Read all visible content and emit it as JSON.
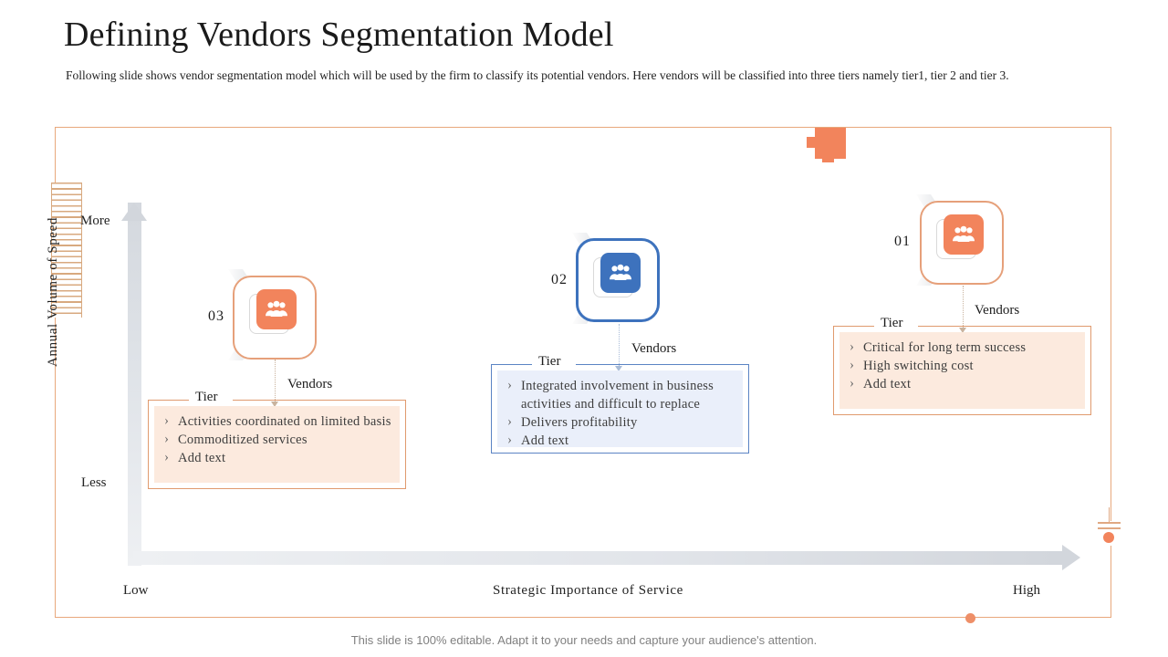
{
  "header": {
    "title": "Defining Vendors Segmentation Model",
    "subtitle": "Following  slide shows vendor segmentation model which will be used by the firm to classify its potential vendors. Here vendors will be classified into three tiers namely tier1, tier 2 and tier 3."
  },
  "axes": {
    "y_title": "Annual  Volume  of  Speed",
    "y_top": "More",
    "y_bottom": "Less",
    "x_title": "Strategic  Importance  of Service",
    "x_left": "Low",
    "x_right": "High"
  },
  "tiers": [
    {
      "number": "03",
      "accent": "#e6a07a",
      "icon": "people-group-icon",
      "vendors_label": "Vendors",
      "tier_label": "Tier",
      "bullets": [
        "Activities  coordinated  on limited basis",
        "Commoditized  services",
        "Add text"
      ]
    },
    {
      "number": "02",
      "accent": "#3d72bd",
      "icon": "people-group-icon",
      "vendors_label": "Vendors",
      "tier_label": "Tier",
      "bullets": [
        "Integrated  involvement  in business activities  and difficult  to replace",
        "Delivers  profitability",
        "Add text"
      ]
    },
    {
      "number": "01",
      "accent": "#e6a07a",
      "icon": "people-group-icon",
      "vendors_label": "Vendors",
      "tier_label": "Tier",
      "bullets": [
        "Critical  for long  term  success",
        "High  switching  cost",
        "Add text"
      ]
    }
  ],
  "footer": {
    "note": "This slide is 100% editable. Adapt it to your needs and capture your audience's attention."
  },
  "colors": {
    "orange": "#f2845c",
    "orange_border": "#e6a07a",
    "orange_fill": "#fceade",
    "blue": "#3d72bd",
    "blue_fill": "#eaeffa",
    "frame": "#e8a87c"
  }
}
